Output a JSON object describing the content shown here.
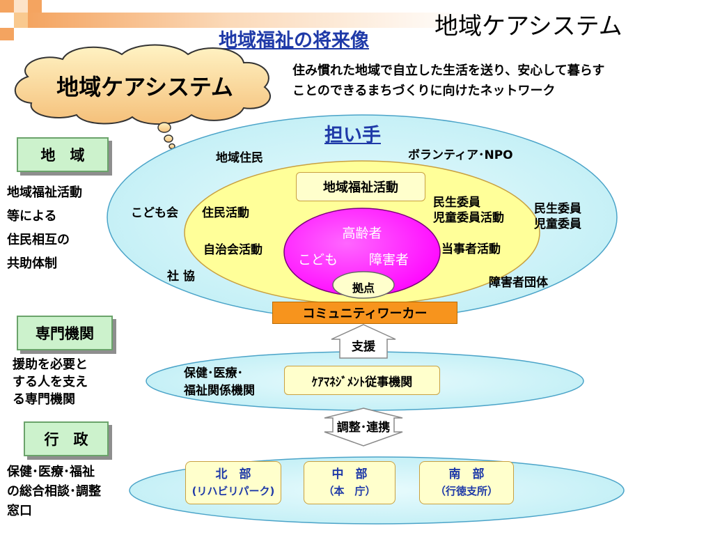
{
  "header": {
    "main_title": "地域ケアシステム",
    "subtitle": "地域福祉の将来像"
  },
  "cloud": {
    "label": "地域ケアシステム",
    "description_line1": "住み慣れた地域で自立した生活を送り、安心して暮らす",
    "description_line2": "ことのできるまちづくりに向けたネットワーク"
  },
  "left_panel": {
    "community": {
      "label": "地　域",
      "notes": [
        "地域福祉活動",
        "等による",
        "住民相互の",
        "共助体制"
      ]
    },
    "specialist": {
      "label": "専門機関",
      "notes": [
        "援助を必要と",
        "する人を支え",
        "る専門機関"
      ]
    },
    "administration": {
      "label": "行　政",
      "notes": [
        "保健･医療･福祉",
        "の総合相談･調整",
        "窓口"
      ]
    }
  },
  "community_ellipse": {
    "title": "担い手",
    "outer_labels": {
      "residents": "地域住民",
      "volunteer": "ボランティア･NPO",
      "children_assoc": "こども会",
      "council": "社 協",
      "commissioner_line1": "民生委員",
      "commissioner_line2": "児童委員",
      "disability_org": "障害者団体"
    },
    "activity_box": "地域福祉活動",
    "inner_labels": {
      "resident_activity": "住民活動",
      "self_gov_activity": "自治会活動",
      "commissioner_activity_line1": "民生委員",
      "commissioner_activity_line2": "児童委員活動",
      "party_activity": "当事者活動"
    },
    "core": {
      "line1": "高齢者",
      "children": "こども",
      "disabled": "障害者"
    },
    "base": "拠点",
    "community_worker": "コミュニティワーカー"
  },
  "arrows": {
    "support": "支援",
    "coordination": "調整･連携"
  },
  "specialist_ellipse": {
    "label_line1": "保健･医療･",
    "label_line2": "福祉関係機関",
    "care_box": "ｹｱﾏﾈｼﾞﾒﾝﾄ従事機関"
  },
  "admin_ellipse": {
    "branches": [
      {
        "name": "北　部",
        "sub": "(リハビリパーク)"
      },
      {
        "name": "中　部",
        "sub": "（本　庁）"
      },
      {
        "name": "南　部",
        "sub": "（行徳支所）"
      }
    ]
  },
  "colors": {
    "outer_ellipse": "#d9f4f8",
    "middle_ellipse": "#ffff99",
    "core_ellipse": "#ff00ff",
    "accent_orange": "#f7941d",
    "label_green": "#ccf2cc",
    "title_blue": "#1f3aa8"
  }
}
